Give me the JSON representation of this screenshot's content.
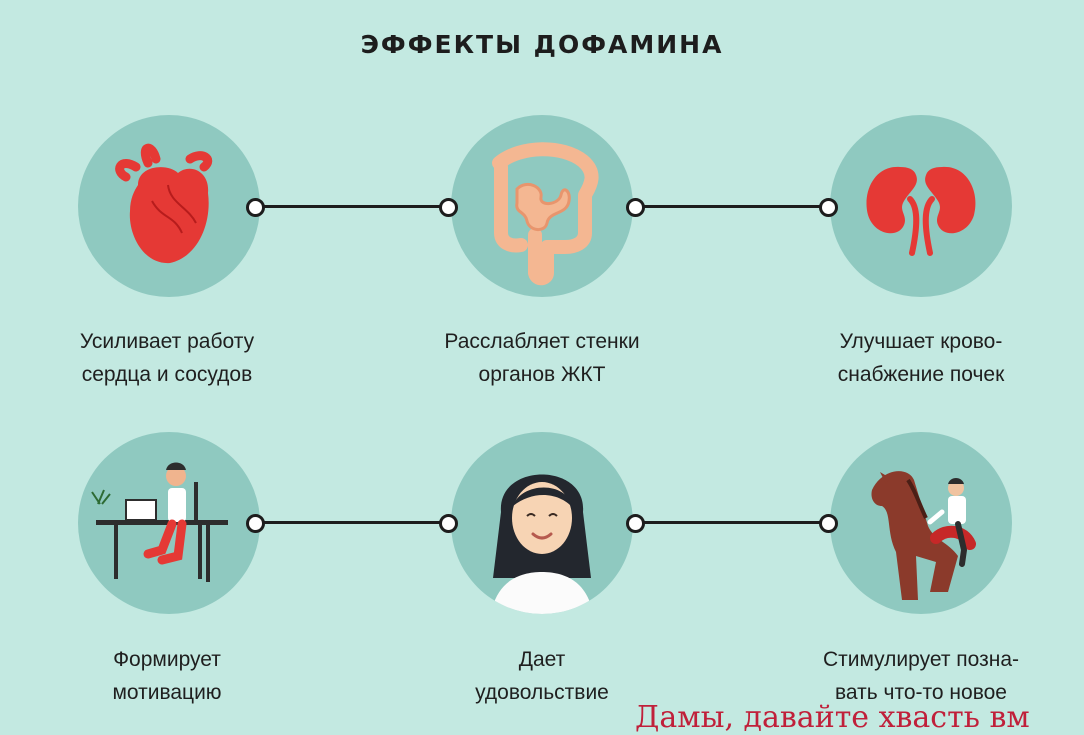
{
  "title": "ЭФФЕКТЫ ДОФАМИНА",
  "effects": [
    {
      "icon": "heart-icon",
      "line1": "Усиливает работу",
      "line2": "сердца и сосудов"
    },
    {
      "icon": "intestine-icon",
      "line1": "Расслабляет стенки",
      "line2": "органов ЖКТ"
    },
    {
      "icon": "kidneys-icon",
      "line1": "Улучшает крово-",
      "line2": "снабжение почек"
    },
    {
      "icon": "person-at-desk-icon",
      "line1": "Формирует",
      "line2": "мотивацию"
    },
    {
      "icon": "smiling-woman-icon",
      "line1": "Дает",
      "line2": "удовольствие"
    },
    {
      "icon": "horse-rider-icon",
      "line1": "Стимулирует позна-",
      "line2": "вать что-то новое"
    }
  ],
  "watermark": "Дамы, давайте хвасть вм",
  "colors": {
    "background": "#c3e9e1",
    "circle": "#8fc9c0",
    "accent": "#e53935",
    "line": "#1d1d1d"
  }
}
